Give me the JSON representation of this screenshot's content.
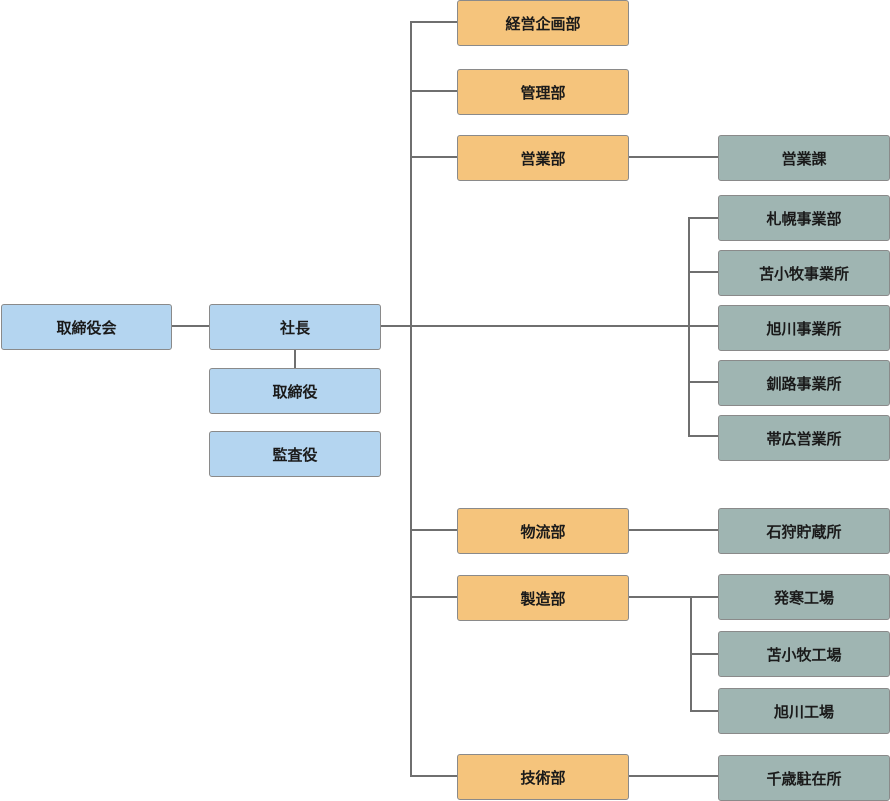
{
  "org": {
    "board": "取締役会",
    "president": "社長",
    "directors": "取締役",
    "auditor": "監査役",
    "departments": {
      "management_planning": "経営企画部",
      "administration": "管理部",
      "sales": "営業部",
      "logistics": "物流部",
      "manufacturing": "製造部",
      "engineering": "技術部"
    },
    "units": {
      "sales_section": "営業課",
      "sapporo": "札幌事業部",
      "tomakomai_office": "苫小牧事業所",
      "asahikawa_office": "旭川事業所",
      "kushiro_office": "釧路事業所",
      "obihiro_office": "帯広営業所",
      "ishikari_storage": "石狩貯蔵所",
      "hatsukan_factory": "発寒工場",
      "tomakomai_factory": "苫小牧工場",
      "asahikawa_factory": "旭川工場",
      "chitose_office": "千歳駐在所"
    }
  },
  "colors": {
    "executive": "#b4d5f0",
    "department": "#f5c47c",
    "unit": "#9fb5b2",
    "connector": "#6f6f6f"
  }
}
